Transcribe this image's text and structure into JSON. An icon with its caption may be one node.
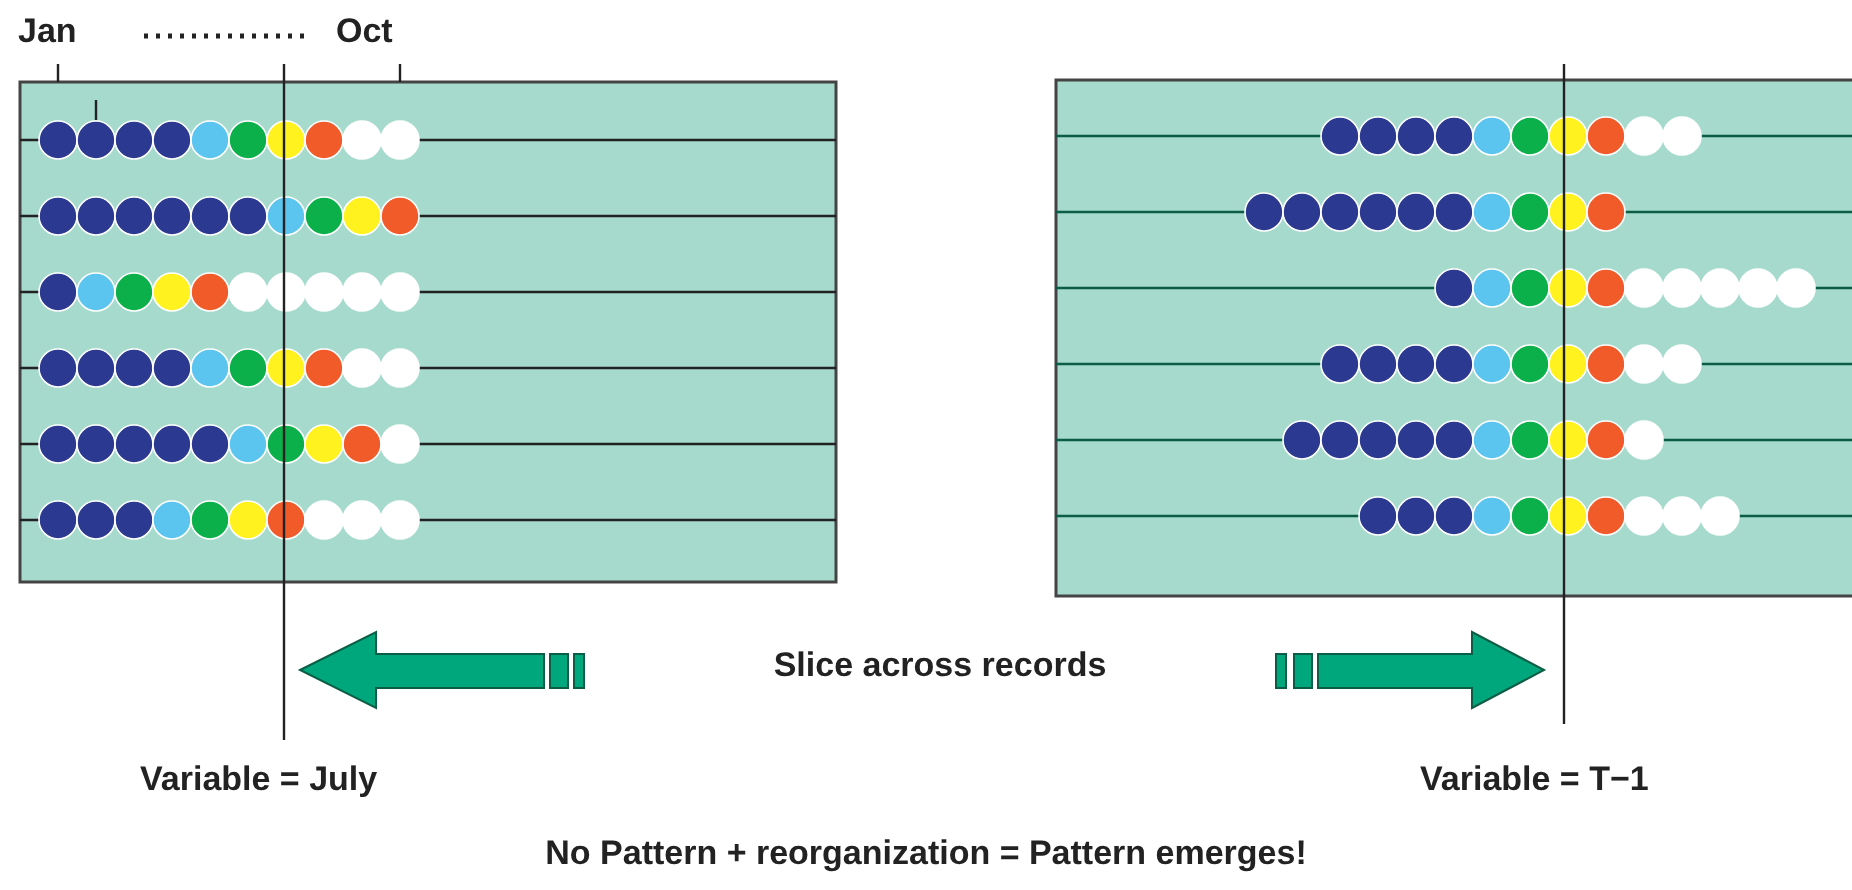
{
  "diagram": {
    "caption": "No Pattern + reorganization = Pattern emerges!",
    "labels": [
      "Jan",
      "Oct",
      "Slice across records",
      "Variable = July",
      "Variable = T−1"
    ]
  }
}
